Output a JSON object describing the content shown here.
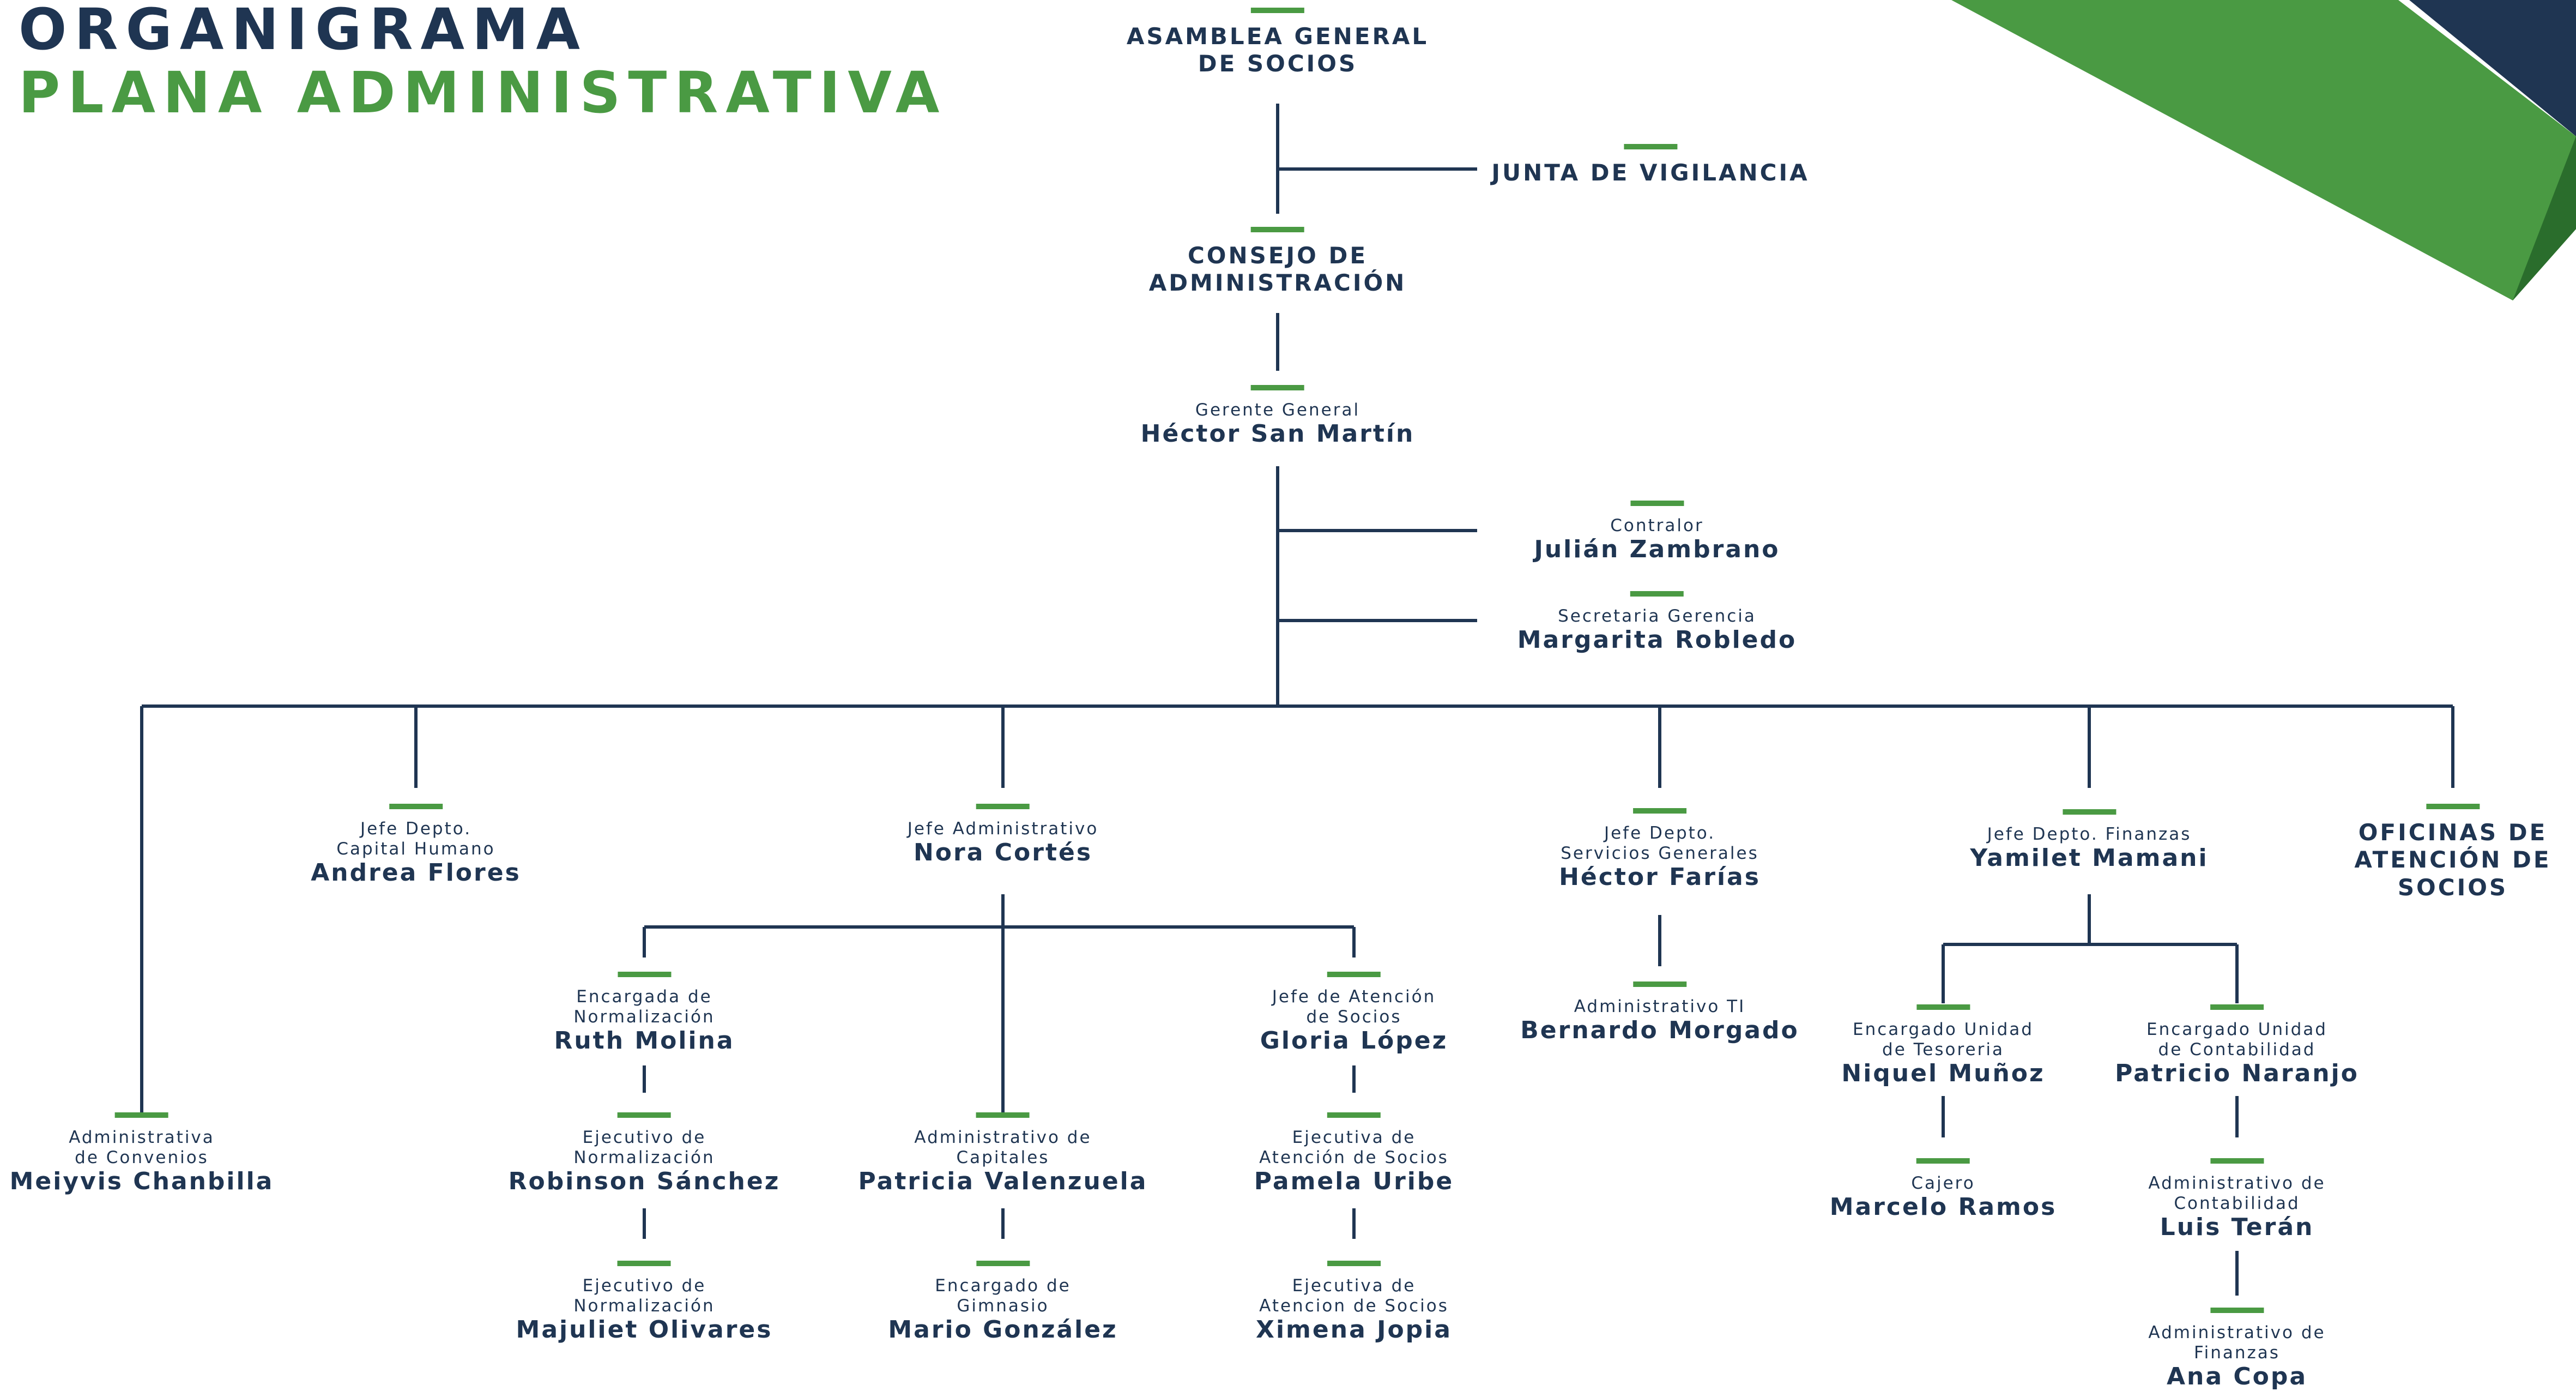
{
  "header": {
    "title_line1": "ORGANIGRAMA",
    "title_line2": "PLANA ADMINISTRATIVA"
  },
  "colors": {
    "navy": "#1f3552",
    "green": "#4a9a43",
    "dark_green": "#2a6d2c"
  },
  "org": {
    "asamblea": {
      "line1": "ASAMBLEA GENERAL",
      "line2": "DE SOCIOS"
    },
    "junta": {
      "line1": "JUNTA DE VIGILANCIA"
    },
    "consejo": {
      "line1": "CONSEJO DE",
      "line2": "ADMINISTRACIÓN"
    },
    "gerente": {
      "role1": "Gerente General",
      "name": "Héctor San Martín"
    },
    "contralor": {
      "role1": "Contralor",
      "name": "Julián Zambrano"
    },
    "secretaria": {
      "role1": "Secretaria Gerencia",
      "name": "Margarita Robledo"
    },
    "capital_humano": {
      "role1": "Jefe Depto.",
      "role2": "Capital Humano",
      "name": "Andrea Flores"
    },
    "administrativo": {
      "role1": "Jefe Administrativo",
      "name": "Nora Cortés"
    },
    "servicios": {
      "role1": "Jefe Depto.",
      "role2": "Servicios Generales",
      "name": "Héctor Farías"
    },
    "finanzas": {
      "role1": "Jefe Depto. Finanzas",
      "name": "Yamilet Mamani"
    },
    "oficinas": {
      "line1": "OFICINAS DE",
      "line2": "ATENCIÓN DE",
      "line3": "SOCIOS"
    },
    "convenios": {
      "role1": "Administrativa",
      "role2": "de Convenios",
      "name": "Meiyvis Chanbilla"
    },
    "normalizacion": {
      "role1": "Encargada de",
      "role2": "Normalización",
      "name": "Ruth Molina"
    },
    "ejec_norm_1": {
      "role1": "Ejecutivo de",
      "role2": "Normalización",
      "name": "Robinson Sánchez"
    },
    "ejec_norm_2": {
      "role1": "Ejecutivo de",
      "role2": "Normalización",
      "name": "Majuliet Olivares"
    },
    "capitales": {
      "role1": "Administrativo de",
      "role2": "Capitales",
      "name": "Patricia Valenzuela"
    },
    "gimnasio": {
      "role1": "Encargado de",
      "role2": "Gimnasio",
      "name": "Mario González"
    },
    "atencion_jefe": {
      "role1": "Jefe de Atención",
      "role2": "de Socios",
      "name": "Gloria López"
    },
    "atencion_ejec_1": {
      "role1": "Ejecutiva de",
      "role2": "Atención de Socios",
      "name": "Pamela Uribe"
    },
    "atencion_ejec_2": {
      "role1": "Ejecutiva de",
      "role2": "Atencion de Socios",
      "name": "Ximena Jopia"
    },
    "ti": {
      "role1": "Administrativo TI",
      "name": "Bernardo Morgado"
    },
    "tesoreria": {
      "role1": "Encargado Unidad",
      "role2": "de Tesoreria",
      "name": "Niquel Muñoz"
    },
    "cajero": {
      "role1": "Cajero",
      "name": "Marcelo Ramos"
    },
    "contabilidad": {
      "role1": "Encargado Unidad",
      "role2": "de Contabilidad",
      "name": "Patricio Naranjo"
    },
    "adm_contabilidad": {
      "role1": "Administrativo de",
      "role2": "Contabilidad",
      "name": "Luis Terán"
    },
    "adm_finanzas": {
      "role1": "Administrativo de",
      "role2": "Finanzas",
      "name": "Ana Copa"
    }
  }
}
